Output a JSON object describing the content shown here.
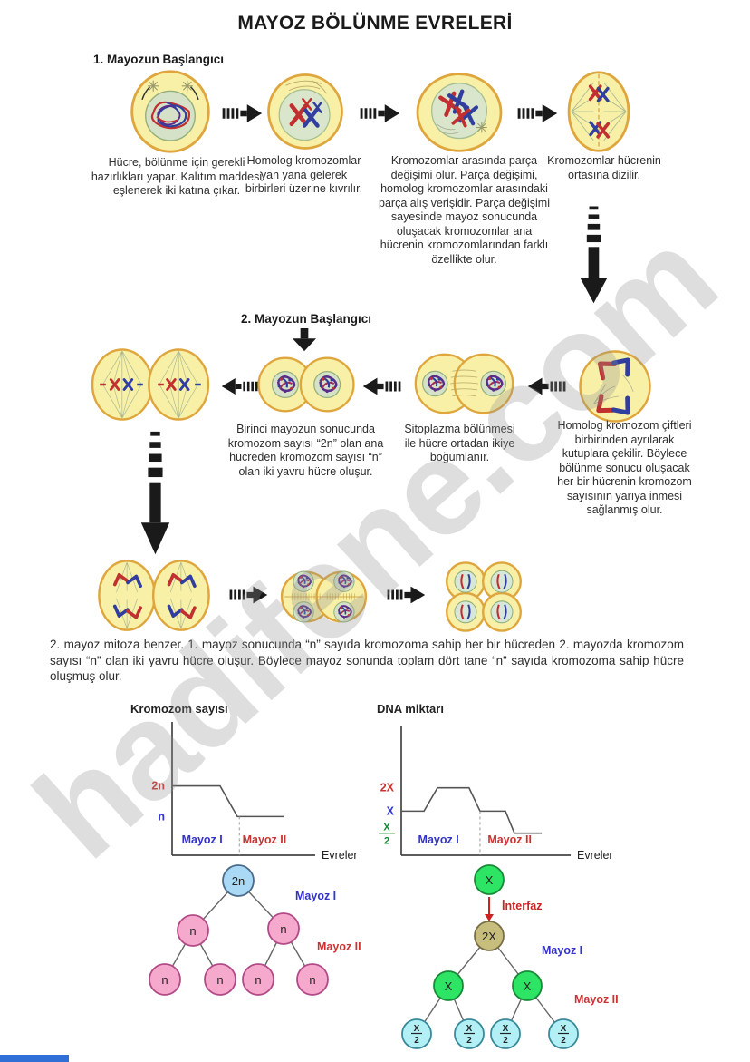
{
  "page": {
    "title": "MAYOZ BÖLÜNME EVRELERİ",
    "watermark": "hadifene.com"
  },
  "headings": {
    "section1": "1. Mayozun Başlangıcı",
    "section2": "2. Mayozun Başlangıcı"
  },
  "row1": {
    "captions": [
      "Hücre, bölünme için gerekli hazırlıkları yapar. Kalıtım maddesi eşlenerek iki katına çıkar.",
      "Homolog kromozomlar yan yana gelerek birbirleri üzerine kıvrılır.",
      "Kromozomlar arasında parça değişimi olur. Parça değişimi, homolog kromozomlar arasındaki parça alış verişidir. Parça değişimi sayesinde mayoz sonucunda oluşacak kromozomlar ana hücrenin kromozomlarından farklı özellikte olur.",
      "Kromozomlar hücrenin ortasına dizilir."
    ]
  },
  "row2": {
    "captions": [
      "Birinci mayozun sonucunda kromozom sayısı “2n” olan ana hücreden kromozom sayısı “n” olan iki yavru hücre oluşur.",
      "Sitoplazma bölünmesi ile hücre ortadan ikiye boğumlanır.",
      "Homolog kromozom çiftleri birbirinden ayrılarak kutuplara çekilir. Böylece bölünme sonucu oluşacak her bir hücrenin kromozom sayısının yarıya inmesi sağlanmış olur."
    ]
  },
  "summary": "2. mayoz mitoza benzer. 1. mayoz sonucunda “n” sayıda kromozoma sahip her bir hücreden 2. mayozda kromozom sayısı “n” olan iki yavru hücre oluşur. Böylece mayoz sonunda toplam dört tane “n” sayıda kromozoma sahip hücre oluşmuş olur.",
  "chart_data": [
    {
      "type": "line",
      "title": "Kromozom sayısı",
      "xlabel": "Evreler",
      "legend": "none",
      "grid": false,
      "yticks": [
        {
          "label": "2n",
          "color": "#cc3333",
          "pos": 0.48
        },
        {
          "label": "n",
          "color": "#3333cc",
          "pos": 0.71
        }
      ],
      "phases": [
        {
          "label": "Mayoz I",
          "color": "#3333cc",
          "x": 0.21
        },
        {
          "label": "Mayoz II",
          "color": "#cc3333",
          "x": 0.645
        }
      ],
      "line_color": "#555555",
      "points": [
        [
          0,
          0.48
        ],
        [
          0.335,
          0.48
        ],
        [
          0.456,
          0.71
        ],
        [
          0.78,
          0.71
        ]
      ],
      "point_values": [
        "2n",
        "2n",
        "n",
        "n"
      ],
      "divider": {
        "x": 0.47,
        "from": 0.71
      }
    },
    {
      "type": "line",
      "title": "DNA miktarı",
      "xlabel": "Evreler",
      "legend": "none",
      "grid": false,
      "yticks": [
        {
          "label": "2X",
          "color": "#cc3333",
          "pos": 0.48
        },
        {
          "label": "X",
          "color": "#3333cc",
          "pos": 0.66
        },
        {
          "label": "X/2",
          "color": "#118833",
          "pos": 0.83,
          "fraction": true
        }
      ],
      "phases": [
        {
          "label": "Mayoz I",
          "color": "#3333cc",
          "x": 0.22
        },
        {
          "label": "Mayoz II",
          "color": "#cc3333",
          "x": 0.64
        }
      ],
      "line_color": "#555555",
      "points": [
        [
          0,
          0.66
        ],
        [
          0.134,
          0.66
        ],
        [
          0.214,
          0.48
        ],
        [
          0.4,
          0.48
        ],
        [
          0.465,
          0.66
        ],
        [
          0.615,
          0.66
        ],
        [
          0.668,
          0.83
        ],
        [
          0.83,
          0.83
        ]
      ],
      "point_values": [
        "X",
        "X",
        "2X",
        "2X",
        "X",
        "X",
        "X/2",
        "X/2"
      ],
      "divider": {
        "x": 0.465,
        "from": 0.66
      }
    }
  ],
  "trees": [
    {
      "name": "kromozom-sayisi-agaci",
      "branch_labels": {
        "mayoz1": {
          "text": "Mayoz I",
          "color": "#3333cc"
        },
        "mayoz2": {
          "text": "Mayoz II",
          "color": "#cc3333"
        }
      },
      "nodes": [
        {
          "label": "2n",
          "fill": "#a9d9f5",
          "stroke": "#4a6a8a"
        },
        {
          "label": "n",
          "fill": "#f5a9cd",
          "stroke": "#b14a86"
        },
        {
          "label": "n",
          "fill": "#f5a9cd",
          "stroke": "#b14a86"
        },
        {
          "label": "n",
          "fill": "#f5a9cd",
          "stroke": "#b14a86"
        },
        {
          "label": "n",
          "fill": "#f5a9cd",
          "stroke": "#b14a86"
        },
        {
          "label": "n",
          "fill": "#f5a9cd",
          "stroke": "#b14a86"
        },
        {
          "label": "n",
          "fill": "#f5a9cd",
          "stroke": "#b14a86"
        }
      ]
    },
    {
      "name": "dna-miktari-agaci",
      "branch_labels": {
        "interfaz": {
          "text": "İnterfaz",
          "color": "#cc2222"
        },
        "mayoz1": {
          "text": "Mayoz I",
          "color": "#3333cc"
        },
        "mayoz2": {
          "text": "Mayoz II",
          "color": "#cc3333"
        }
      },
      "nodes": [
        {
          "label": "X",
          "fill": "#2de464",
          "stroke": "#1a8a3a"
        },
        {
          "label": "2X",
          "fill": "#c7bd7d",
          "stroke": "#7a7048"
        },
        {
          "label": "X",
          "fill": "#2de464",
          "stroke": "#1a8a3a"
        },
        {
          "label": "X",
          "fill": "#2de464",
          "stroke": "#1a8a3a"
        },
        {
          "label": "X/2",
          "fill": "#b3f0f5",
          "stroke": "#3a8a9a"
        },
        {
          "label": "X/2",
          "fill": "#b3f0f5",
          "stroke": "#3a8a9a"
        },
        {
          "label": "X/2",
          "fill": "#b3f0f5",
          "stroke": "#3a8a9a"
        },
        {
          "label": "X/2",
          "fill": "#b3f0f5",
          "stroke": "#3a8a9a"
        }
      ]
    }
  ],
  "colors": {
    "cell_fill": "#f7f0a6",
    "cell_stroke": "#dfa63e",
    "chromosome_red": "#c03030",
    "chromosome_blue": "#303f9f",
    "footer_bar": "#2f6fd6",
    "watermark_gray": "#919191"
  }
}
